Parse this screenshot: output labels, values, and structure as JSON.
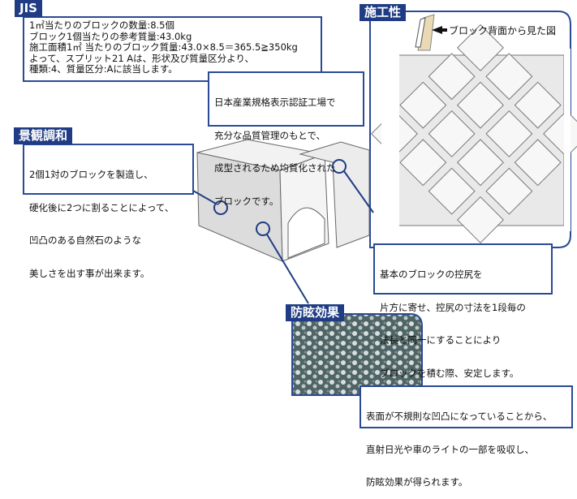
{
  "jis": {
    "title": "JIS",
    "lines": [
      "1㎡当たりのブロックの数量:8.5個",
      "ブロック1個当たりの参考質量:43.0kg",
      "施工面積1㎡ 当たりのブロック質量:43.0×8.5＝365.5≧350kg",
      "よって、スプリット21 Aは、形状及び質量区分より、",
      "種類:4、質量区分:Aに該当します。"
    ]
  },
  "note": {
    "lines": [
      "日本産業規格表示認証工場で",
      "充分な品質管理のもとで、",
      "成型されるため均質化された",
      "ブロックです。"
    ]
  },
  "sekou": {
    "title": "施工性",
    "caption": "ブロック背面から見た図",
    "lines": [
      "基本のブロックの控尻を",
      "片方に寄せ、控尻の寸法を1段毎の",
      "法長と同一にすることにより",
      "ブロックを積む際、安定します。"
    ]
  },
  "keikan": {
    "title": "景観調和",
    "lines": [
      "2個1対のブロックを製造し、",
      "硬化後に2つに割ることによって、",
      "凹凸のある自然石のような",
      "美しさを出す事が出来ます。"
    ]
  },
  "bougen": {
    "title": "防眩効果",
    "lines": [
      "表面が不規則な凹凸になっていることから、",
      "直射日光や車のライトの一部を吸収し、",
      "防眩効果が得られます。"
    ]
  },
  "colors": {
    "navy": "#1f3c84"
  }
}
